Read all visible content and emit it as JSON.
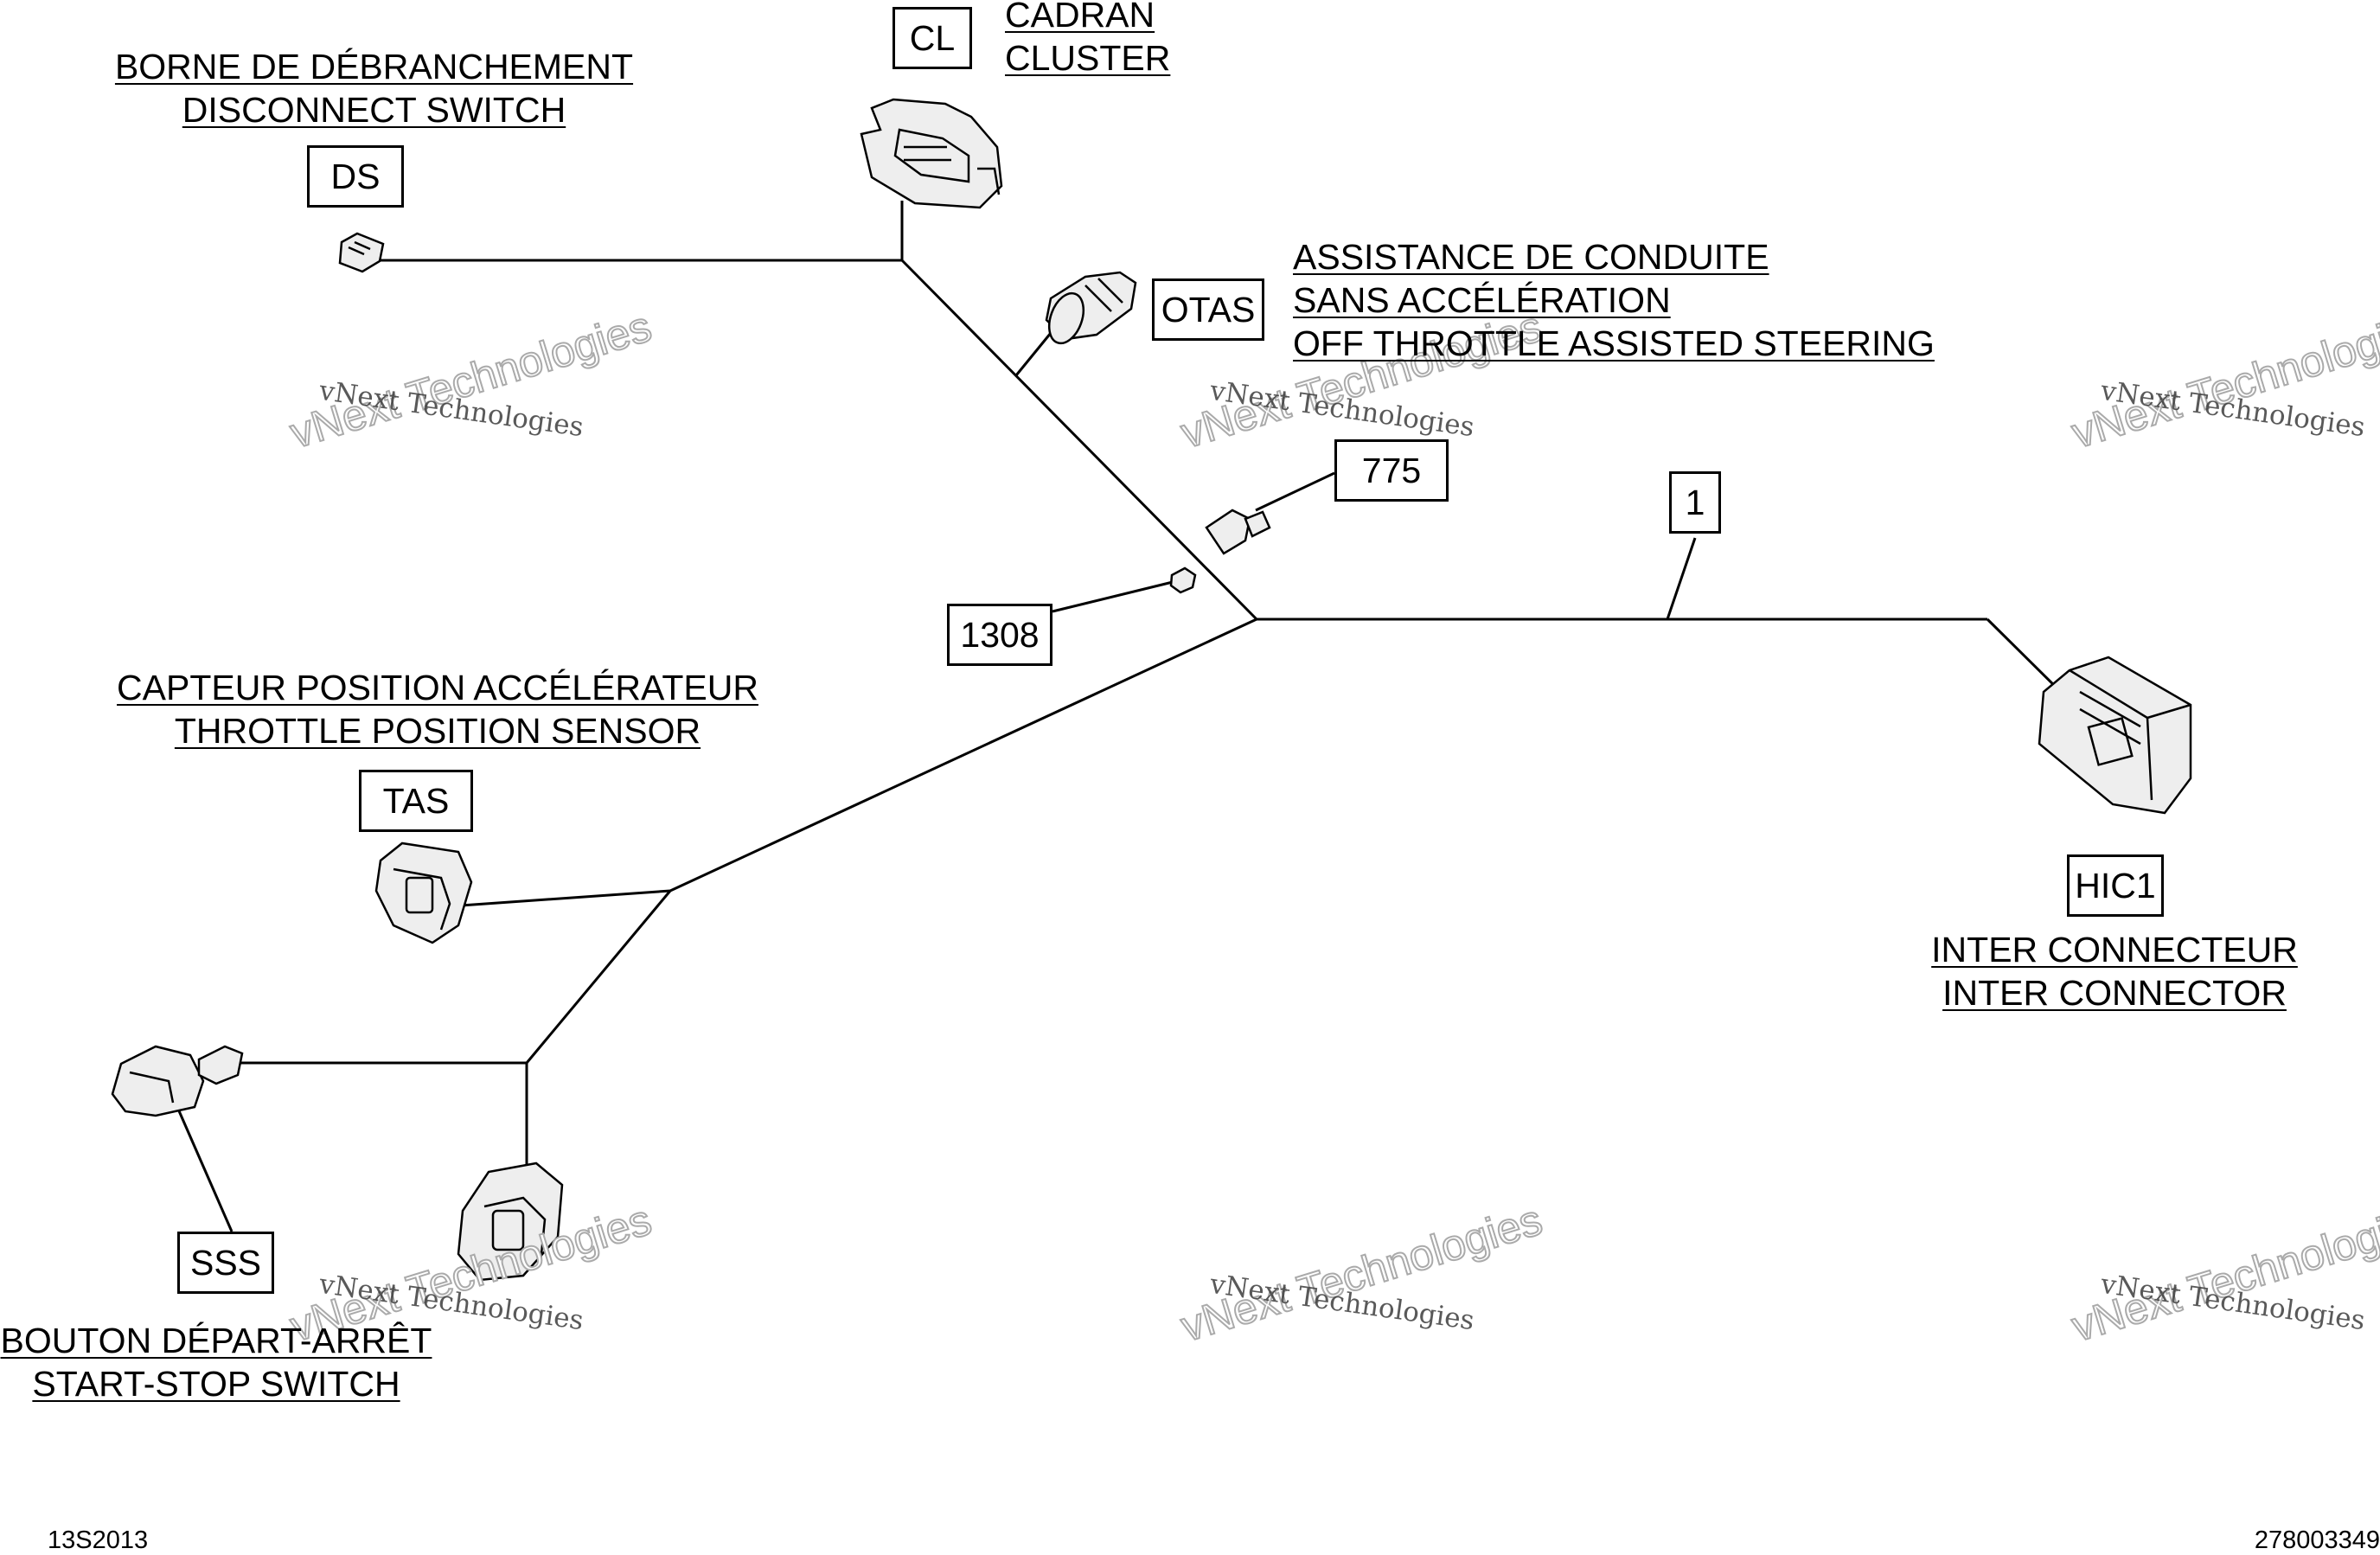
{
  "labels": {
    "disconnect_fr": "BORNE DE DÉBRANCHEMENT",
    "disconnect_en": "DISCONNECT SWITCH",
    "cluster_fr": "CADRAN",
    "cluster_en": "CLUSTER",
    "otas_fr1": "ASSISTANCE DE CONDUITE",
    "otas_fr2": "SANS ACCÉLÉRATION",
    "otas_en": "OFF THROTTLE ASSISTED STEERING",
    "tps_fr": "CAPTEUR POSITION ACCÉLÉRATEUR",
    "tps_en": "THROTTLE POSITION SENSOR",
    "inter_fr": "INTER CONNECTEUR",
    "inter_en": "INTER CONNECTOR",
    "sss_fr": "BOUTON DÉPART-ARRÊT",
    "sss_en": "START-STOP SWITCH"
  },
  "callouts": {
    "ds": "DS",
    "cl": "CL",
    "otas": "OTAS",
    "n775": "775",
    "n1308": "1308",
    "n1": "1",
    "tas": "TAS",
    "hic1": "HIC1",
    "sss": "SSS"
  },
  "watermark": {
    "line1": "vNext Technologies",
    "line2": "vNext Technologies"
  },
  "footer": {
    "left_code": "13S2013",
    "right_code": "278003349"
  }
}
